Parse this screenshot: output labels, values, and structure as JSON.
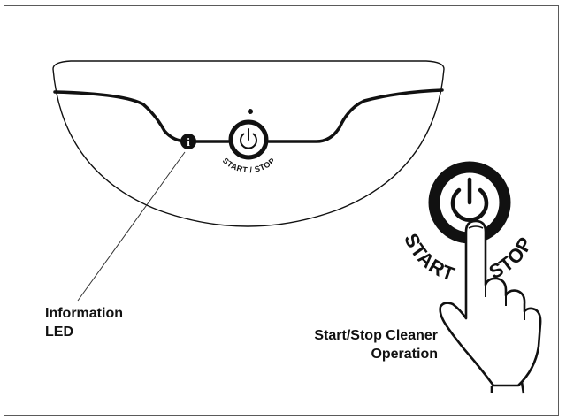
{
  "device": {
    "small_button_label": "START / STOP",
    "info_icon_glyph": "i"
  },
  "large_button": {
    "label_left": "START",
    "label_right": "STOP"
  },
  "callouts": {
    "information_led": {
      "line1": "Information",
      "line2": "LED"
    },
    "start_stop": {
      "line1": "Start/Stop Cleaner",
      "line2": "Operation"
    }
  },
  "icons": [
    "power-icon",
    "info-icon",
    "finger-press-icon"
  ],
  "colors": {
    "ink": "#111111",
    "frame": "#5a5a5a",
    "background": "#ffffff"
  }
}
